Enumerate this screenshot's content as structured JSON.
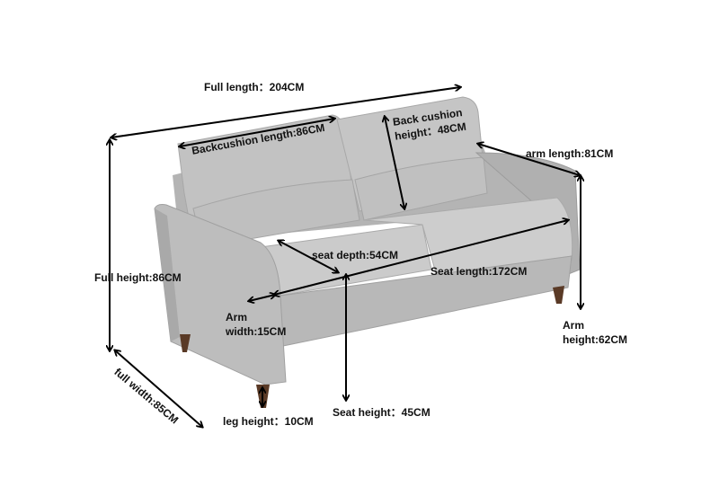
{
  "diagram": {
    "subject": "three-seat sofa",
    "colors": {
      "fabric": "#b9b9b9",
      "fabric_light": "#cdcdcd",
      "fabric_dark": "#9e9e9e",
      "legs": "#5a3a26",
      "arrows": "#000000",
      "text": "#111111",
      "background": "#ffffff"
    },
    "labels": {
      "full_length": "Full length：204CM",
      "backcushion_length": "Backcushion length:86CM",
      "back_cushion_height_l1": "Back cushion",
      "back_cushion_height_l2": "height：48CM",
      "arm_length": "arm length:81CM",
      "seat_depth": "seat depth:54CM",
      "seat_length": "Seat length:172CM",
      "full_height": "Full height:86CM",
      "arm_width_l1": "Arm",
      "arm_width_l2": "width:15CM",
      "arm_height_l1": "Arm",
      "arm_height_l2": "height:62CM",
      "full_width": "full  width:85CM",
      "leg_height": "leg height：10CM",
      "seat_height": "Seat height：45CM"
    }
  }
}
